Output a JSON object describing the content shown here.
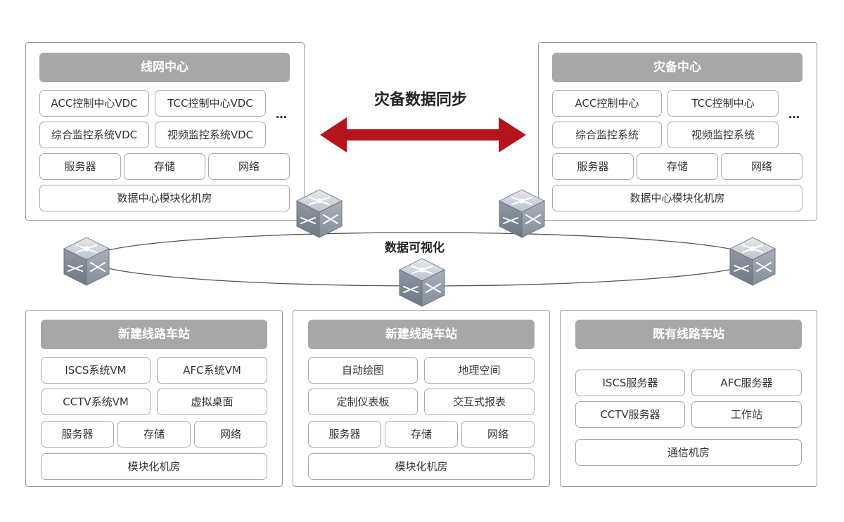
{
  "sync_label": "灾备数据同步",
  "visual_label": "数据可视化",
  "icons": {
    "switch": "network-switch-icon",
    "arrow": "double-arrow-icon"
  },
  "colors": {
    "arrow": "#b5141c",
    "header": "#a7a7a7",
    "border": "#a9a9a9"
  },
  "line_center": {
    "title": "线网中心",
    "row1": [
      "ACC控制中心VDC",
      "TCC控制中心VDC"
    ],
    "row2": [
      "综合监控系统VDC",
      "视频监控系统VDC"
    ],
    "ellipsis": "…",
    "infra": [
      "服务器",
      "存储",
      "网络"
    ],
    "room": "数据中心模块化机房"
  },
  "dr_center": {
    "title": "灾备中心",
    "row1": [
      "ACC控制中心",
      "TCC控制中心"
    ],
    "row2": [
      "综合监控系统",
      "视频监控系统"
    ],
    "ellipsis": "…",
    "infra": [
      "服务器",
      "存储",
      "网络"
    ],
    "room": "数据中心模块化机房"
  },
  "new_station_a": {
    "title": "新建线路车站",
    "row1": [
      "ISCS系统VM",
      "AFC系统VM"
    ],
    "row2": [
      "CCTV系统VM",
      "虚拟桌面"
    ],
    "infra": [
      "服务器",
      "存储",
      "网络"
    ],
    "room": "模块化机房"
  },
  "new_station_b": {
    "title": "新建线路车站",
    "row1": [
      "自动绘图",
      "地理空间"
    ],
    "row2": [
      "定制仪表板",
      "交互式报表"
    ],
    "infra": [
      "服务器",
      "存储",
      "网络"
    ],
    "room": "模块化机房"
  },
  "existing_station": {
    "title": "既有线路车站",
    "row1": [
      "ISCS服务器",
      "AFC服务器"
    ],
    "row2": [
      "CCTV服务器",
      "工作站"
    ],
    "room": "通信机房"
  }
}
